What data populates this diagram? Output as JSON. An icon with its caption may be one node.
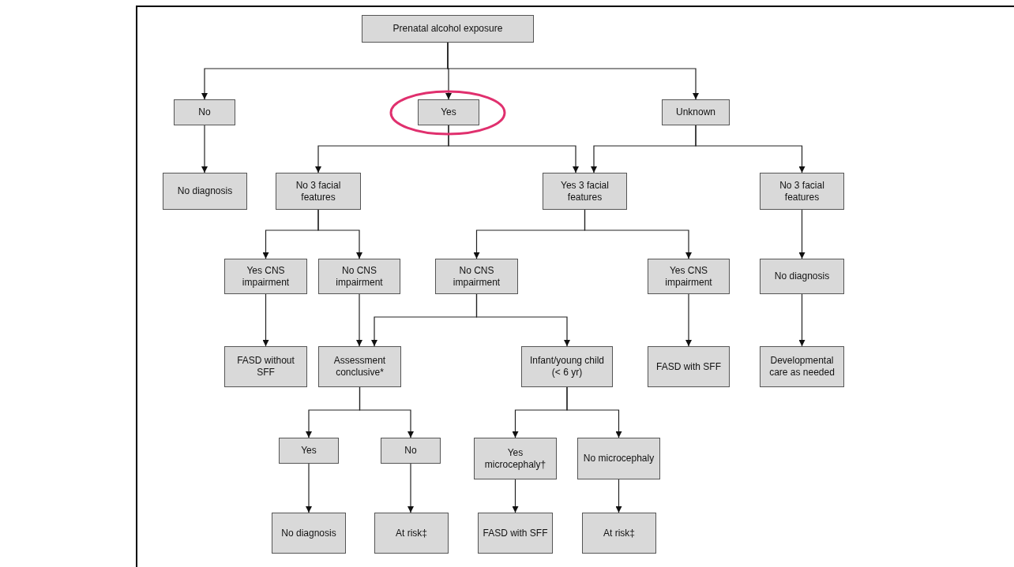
{
  "diagram": {
    "nodes": [
      {
        "text": [
          "Prenatal alcohol exposure"
        ]
      },
      {
        "text": [
          "No"
        ]
      },
      {
        "text": [
          "Yes"
        ]
      },
      {
        "text": [
          "Unknown"
        ]
      },
      {
        "text": [
          "No diagnosis"
        ]
      },
      {
        "text": [
          "No 3 facial features"
        ]
      },
      {
        "text": [
          "Yes 3 facial features"
        ]
      },
      {
        "text": [
          "No 3 facial features"
        ]
      },
      {
        "text": [
          "Yes CNS impairment"
        ]
      },
      {
        "text": [
          "No CNS impairment"
        ]
      },
      {
        "text": [
          "No CNS impairment"
        ]
      },
      {
        "text": [
          "Yes CNS impairment"
        ]
      },
      {
        "text": [
          "No diagnosis"
        ]
      },
      {
        "text": [
          "FASD without SFF"
        ]
      },
      {
        "text": [
          "Assessment conclusive*"
        ]
      },
      {
        "text": [
          "Infant/young child (< 6 yr)"
        ]
      },
      {
        "text": [
          "FASD with SFF"
        ]
      },
      {
        "text": [
          "Developmental care as needed"
        ]
      },
      {
        "text": [
          "Yes"
        ]
      },
      {
        "text": [
          "No"
        ]
      },
      {
        "text": [
          "Yes microcephaly†"
        ]
      },
      {
        "text": [
          "No microcephaly"
        ]
      },
      {
        "text": [
          "No diagnosis"
        ]
      },
      {
        "text": [
          "At risk‡"
        ]
      },
      {
        "text": [
          "FASD with SFF"
        ]
      },
      {
        "text": [
          "At risk‡"
        ]
      }
    ],
    "edges": [
      {
        "from": 0,
        "to": 1,
        "arrow": "to"
      },
      {
        "from": 0,
        "to": 2,
        "arrow": "to"
      },
      {
        "from": 0,
        "to": 3,
        "arrow": "to"
      },
      {
        "from": 1,
        "to": 4,
        "arrow": "to"
      },
      {
        "from": 2,
        "to": 5,
        "arrow": "to"
      },
      {
        "from": 2,
        "to": 6,
        "arrow": "to"
      },
      {
        "from": 3,
        "to": 6,
        "arrow": "to"
      },
      {
        "from": 3,
        "to": 7,
        "arrow": "to"
      },
      {
        "from": 5,
        "to": 8,
        "arrow": "to"
      },
      {
        "from": 5,
        "to": 9,
        "arrow": "to"
      },
      {
        "from": 6,
        "to": 10,
        "arrow": "to"
      },
      {
        "from": 6,
        "to": 11,
        "arrow": "to"
      },
      {
        "from": 7,
        "to": 12,
        "arrow": "to"
      },
      {
        "from": 8,
        "to": 13,
        "arrow": "to"
      },
      {
        "from": 9,
        "to": 14,
        "arrow": "to"
      },
      {
        "from": 10,
        "to": 14,
        "arrow": "to"
      },
      {
        "from": 10,
        "to": 15,
        "arrow": "to"
      },
      {
        "from": 11,
        "to": 16,
        "arrow": "to"
      },
      {
        "from": 12,
        "to": 17,
        "arrow": "to"
      },
      {
        "from": 14,
        "to": 18,
        "arrow": "to"
      },
      {
        "from": 14,
        "to": 19,
        "arrow": "to"
      },
      {
        "from": 15,
        "to": 20,
        "arrow": "to"
      },
      {
        "from": 15,
        "to": 21,
        "arrow": "to"
      },
      {
        "from": 18,
        "to": 22,
        "arrow": "to"
      },
      {
        "from": 19,
        "to": 23,
        "arrow": "to"
      },
      {
        "from": 20,
        "to": 24,
        "arrow": "to"
      },
      {
        "from": 21,
        "to": 25,
        "arrow": "to"
      }
    ]
  }
}
